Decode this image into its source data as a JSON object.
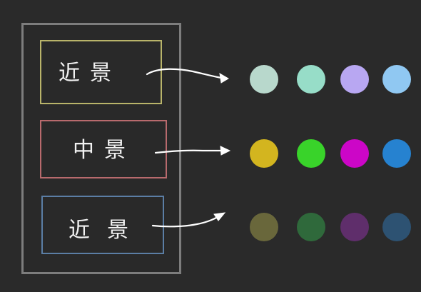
{
  "rows": [
    {
      "label": "近景",
      "border_color": "#b9b46a",
      "swatches": [
        "#b8d8cc",
        "#97ddc8",
        "#b8a7f2",
        "#90c8f2"
      ]
    },
    {
      "label": "中景",
      "border_color": "#b86a6d",
      "swatches": [
        "#d3b51f",
        "#39d32a",
        "#cc06c7",
        "#2682d0"
      ]
    },
    {
      "label": "近景",
      "border_color": "#5b7ea5",
      "swatches": [
        "#69673b",
        "#2f693b",
        "#5f2e6b",
        "#2d5272"
      ]
    }
  ],
  "line_color": "#ffffff",
  "panel_border_color": "#7d7d7d",
  "background_color": "#2a2a2a"
}
